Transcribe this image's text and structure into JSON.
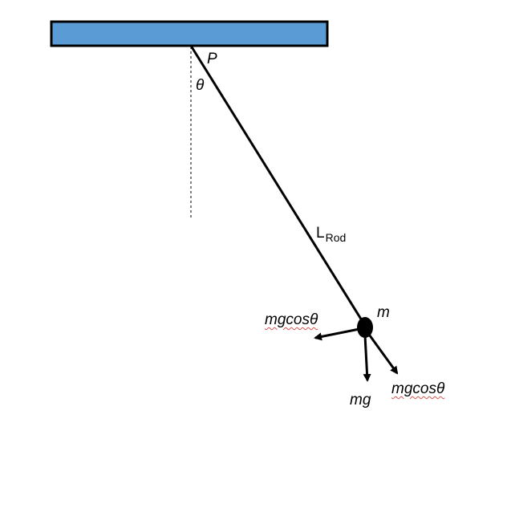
{
  "labels": {
    "pivot": "P",
    "angle": "θ",
    "rod_main": "L",
    "rod_sub": "Rod",
    "mass": "m",
    "force_left": "mgcosθ",
    "weight": "mg",
    "force_right": "mgcosθ"
  },
  "colors": {
    "ceiling_fill": "#5b9bd5",
    "stroke": "#000000",
    "bob": "#000000",
    "spell_underline": "#d9534f"
  }
}
